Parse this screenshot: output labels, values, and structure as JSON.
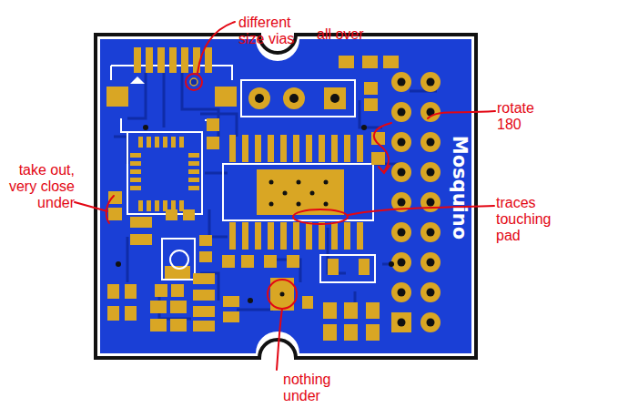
{
  "diagram": {
    "labels": [
      "different size vias",
      "all over",
      "rotate 180",
      "take out, very close under",
      "traces touching pad",
      "nothing under",
      "Mosquino"
    ]
  }
}
